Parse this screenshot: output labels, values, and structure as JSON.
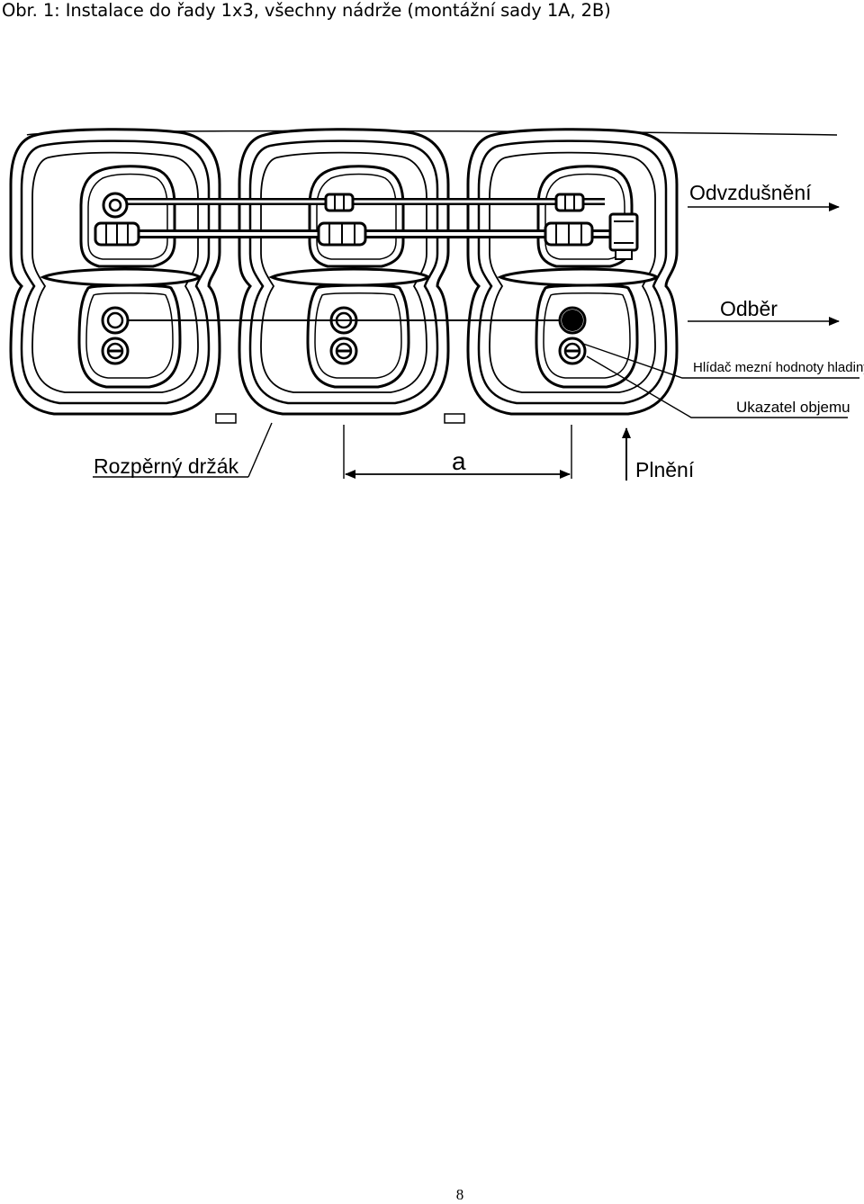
{
  "document": {
    "caption": "Obr. 1: Instalace do řady 1x3, všechny nádrže (montážní sady 1A, 2B)",
    "page_number": "8"
  },
  "figure": {
    "labels": {
      "venting": "Odvzdušnění",
      "outlet": "Odběr",
      "level_switch": "Hlídač mezní hodnoty hladiny",
      "volume_indicator": "Ukazatel objemu",
      "spacer": "Rozpěrný držák",
      "distance": "a",
      "filling": "Plnění"
    }
  }
}
